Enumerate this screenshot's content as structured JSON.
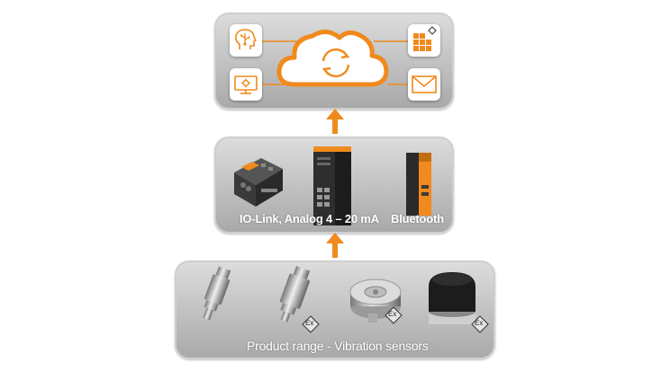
{
  "colors": {
    "accent": "#f08a1d",
    "panel": "#b8b8b8",
    "text": "#ffffff"
  },
  "cloud_panel": {
    "icons": [
      "brain-usb-icon",
      "grid-diamond-icon",
      "monitor-gear-icon",
      "envelope-icon",
      "cloud-sync-icon"
    ]
  },
  "gateway_panel": {
    "label_left": "IO-Link, Analog 4 – 20 mA",
    "label_right": "Bluetooth",
    "devices": [
      "io-link-module",
      "industrial-switch",
      "bluetooth-gateway"
    ]
  },
  "sensor_panel": {
    "label": "Product range - Vibration sensors",
    "sensors": [
      "cylindrical-sensor-small",
      "cylindrical-sensor-ex",
      "disc-sensor-ex",
      "dome-sensor-ex"
    ],
    "ex_mark": "Ex"
  }
}
